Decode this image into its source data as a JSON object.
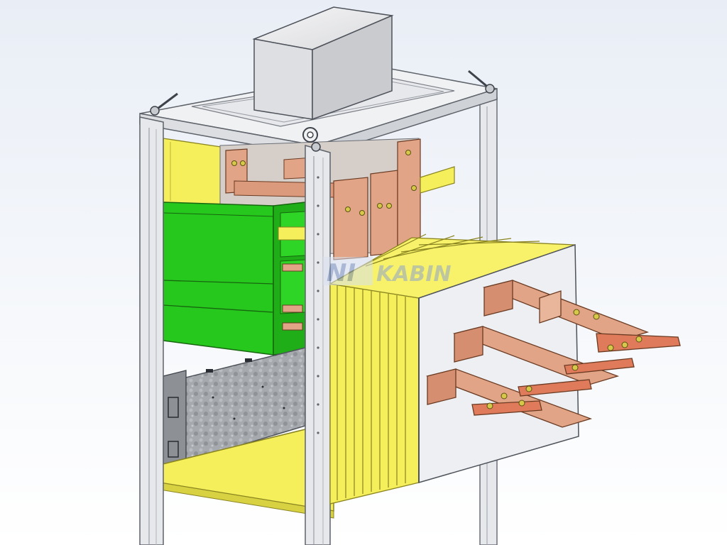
{
  "watermark": {
    "left_text": "NI",
    "right_text": "KABIN",
    "color": "#9fb3d9"
  },
  "colors": {
    "background_top": "#e9eef6",
    "background_bottom": "#ffffff",
    "frame": "#e6e8ec",
    "frame_edge": "#6b6f78",
    "panel_yellow": "#f4ef5a",
    "yellow_edge": "#8a8420",
    "breaker_green": "#27c81d",
    "green_edge": "#16660f",
    "copper": "#e2a486",
    "copper_edge": "#6a3b23",
    "galvanized": "#a9adb1",
    "side_plate": "#eeeff2"
  },
  "components": [
    "top-junction-box",
    "cabinet-frame",
    "yellow-mounting-plate",
    "green-circuit-breaker",
    "copper-busbars",
    "galvanized-box",
    "yellow-bellows-duct",
    "busbar-output-plate",
    "copper-output-bars"
  ]
}
